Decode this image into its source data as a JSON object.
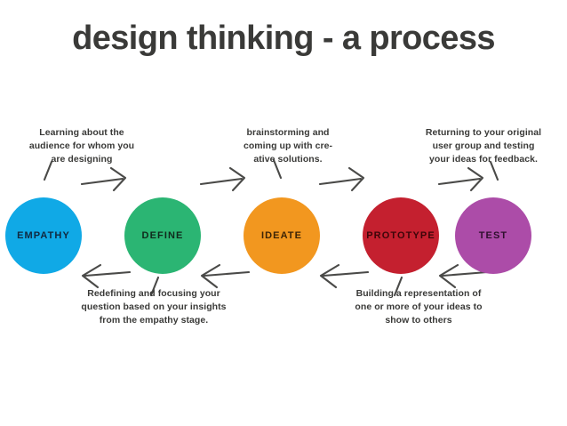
{
  "slide": {
    "title": "design thinking - a process",
    "background_color": "#ffffff",
    "title_color": "#3a3a38"
  },
  "diagram": {
    "kind": "process-flow",
    "arrow_color": "#4a4a48",
    "stages": [
      {
        "label": "EMPATHY",
        "color": "#10a9e6",
        "text_color": "#11283f"
      },
      {
        "label": "DEFINE",
        "color": "#2bb573",
        "text_color": "#102a1c"
      },
      {
        "label": "IDEATE",
        "color": "#f2971f",
        "text_color": "#3d2406"
      },
      {
        "label": "PROTOTYPE",
        "color": "#c4202f",
        "text_color": "#3d0509"
      },
      {
        "label": "TEST",
        "color": "#ac4ca8",
        "text_color": "#2e0f2d"
      }
    ],
    "captions": {
      "empathy": {
        "line1": "Learning about the",
        "line2": "audience for whom you",
        "line3": "are designing"
      },
      "ideate": {
        "line1": "brainstorming and",
        "line2": "coming up with cre-",
        "line3": "ative solutions."
      },
      "test": {
        "line1": "Returning to your original",
        "line2": "user group and testing",
        "line3": "your ideas for feedback."
      },
      "define": {
        "line1": "Redefining and focusing your",
        "line2": "question based on your insights",
        "line3": "from the empathy stage."
      },
      "prototype": {
        "line1": "Building a representation of",
        "line2": "one or more of your ideas to",
        "line3": "show to others"
      }
    }
  }
}
